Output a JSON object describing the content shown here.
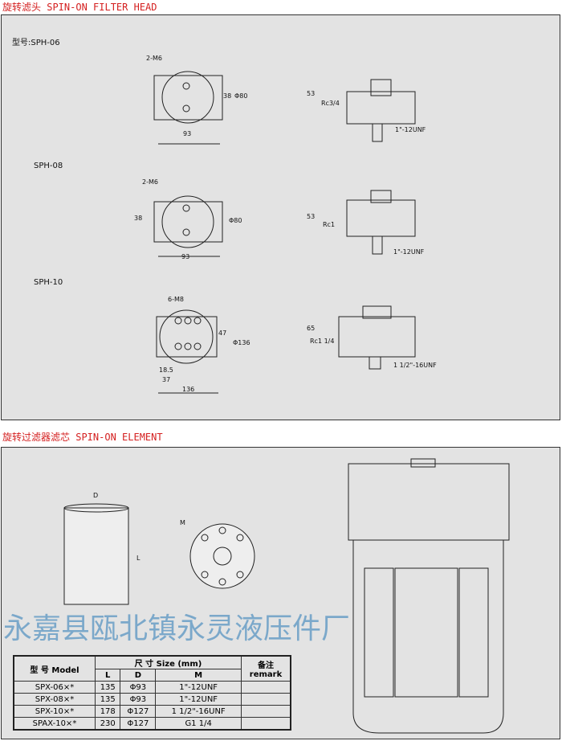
{
  "head_section": {
    "title": "旋转滤头 SPIN-ON FILTER HEAD",
    "models": [
      {
        "name": "型号:SPH-06",
        "thread": "2-M6",
        "width": "93",
        "hole": "38",
        "dia": "Φ80",
        "height": "53",
        "port": "Rc3/4",
        "bottom": "1\"-12UNF"
      },
      {
        "name": "SPH-08",
        "thread": "2-M6",
        "width": "93",
        "hole": "38",
        "dia": "Φ80",
        "height": "53",
        "port": "Rc1",
        "bottom": "1\"-12UNF"
      },
      {
        "name": "SPH-10",
        "thread": "6-M8",
        "width": "136",
        "hole": "47",
        "dia": "Φ136",
        "height": "65",
        "port": "Rc1 1/4",
        "bottom": "1 1/2\"-16UNF",
        "dim_a": "18.5",
        "dim_b": "37"
      }
    ]
  },
  "watermark": "永嘉县瓯北镇永灵液压件厂",
  "element_section": {
    "title": "旋转过滤器滤芯 SPIN-ON ELEMENT",
    "dim_d": "D",
    "dim_l": "L",
    "dim_m": "M",
    "table": {
      "model_header": "型  号 Model",
      "size_header": "尺  寸 Size (mm)",
      "remark_header": "备注remark",
      "cols": [
        "L",
        "D",
        "M"
      ],
      "rows": [
        [
          "SPX-06×*",
          "135",
          "Φ93",
          "1\"-12UNF"
        ],
        [
          "SPX-08×*",
          "135",
          "Φ93",
          "1\"-12UNF"
        ],
        [
          "SPX-10×*",
          "178",
          "Φ127",
          "1 1/2\"-16UNF"
        ],
        [
          "SPAX-10×*",
          "230",
          "Φ127",
          "G1 1/4"
        ]
      ]
    }
  }
}
